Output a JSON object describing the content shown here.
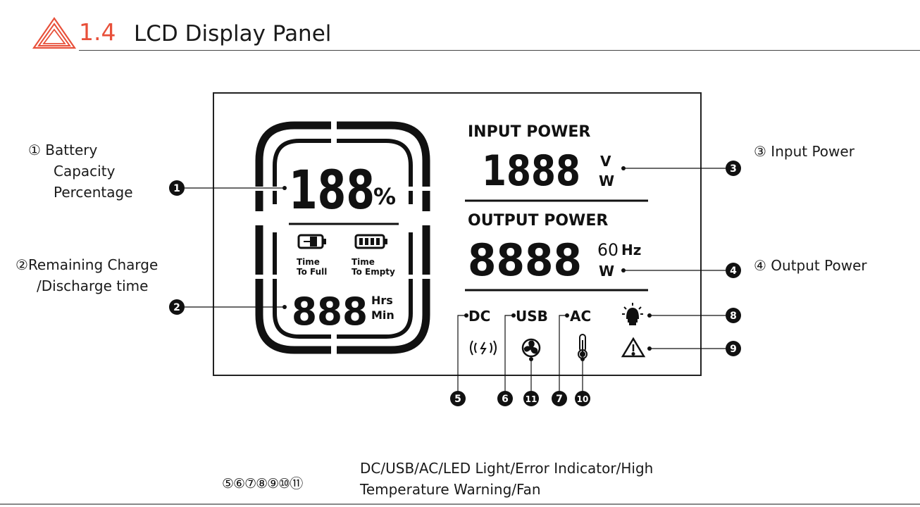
{
  "header": {
    "section_number": "1.4",
    "title": "LCD Display Panel"
  },
  "lcd": {
    "battery_digits": "188",
    "percent_sign": "%",
    "time_to_full_line1": "Time",
    "time_to_full_line2": "To Full",
    "time_to_empty_line1": "Time",
    "time_to_empty_line2": "To Empty",
    "time_digits": "888",
    "hrs": "Hrs",
    "min": "Min",
    "input_power_label": "INPUT POWER",
    "input_digits": "1888",
    "input_unit_v": "V",
    "input_unit_w": "W",
    "output_power_label": "OUTPUT POWER",
    "output_digits": "8888",
    "output_hz_digits": "60",
    "output_unit_hz": "Hz",
    "output_unit_w": "W",
    "dc_label": "DC",
    "usb_label": "USB",
    "ac_label": "AC"
  },
  "markers": [
    "1",
    "2",
    "3",
    "4",
    "5",
    "6",
    "11",
    "7",
    "10",
    "8",
    "9"
  ],
  "callouts": {
    "c1": {
      "marker": "①",
      "lines": [
        "Battery",
        "Capacity",
        "Percentage"
      ]
    },
    "c2": {
      "marker": "②",
      "lines": [
        "Remaining Charge",
        "/Discharge time"
      ]
    },
    "c3": {
      "marker": "③",
      "text": "Input Power"
    },
    "c4": {
      "marker": "④",
      "text": "Output Power"
    }
  },
  "footer": {
    "numbers": "⑤⑥⑦⑧⑨⑩⑪",
    "line1": "DC/USB/AC/LED Light/Error Indicator/High",
    "line2": "Temperature Warning/Fan"
  },
  "icons": {
    "logo": "triangle-logo-icon",
    "wireless": "wireless-icon",
    "fan": "fan-icon",
    "thermometer": "thermometer-icon",
    "light": "led-light-icon",
    "warning": "warning-icon",
    "charge_plug": "charge-plug-icon",
    "battery": "battery-icon"
  },
  "colors": {
    "accent": "#e8503a",
    "lcd_ink": "#111111"
  }
}
